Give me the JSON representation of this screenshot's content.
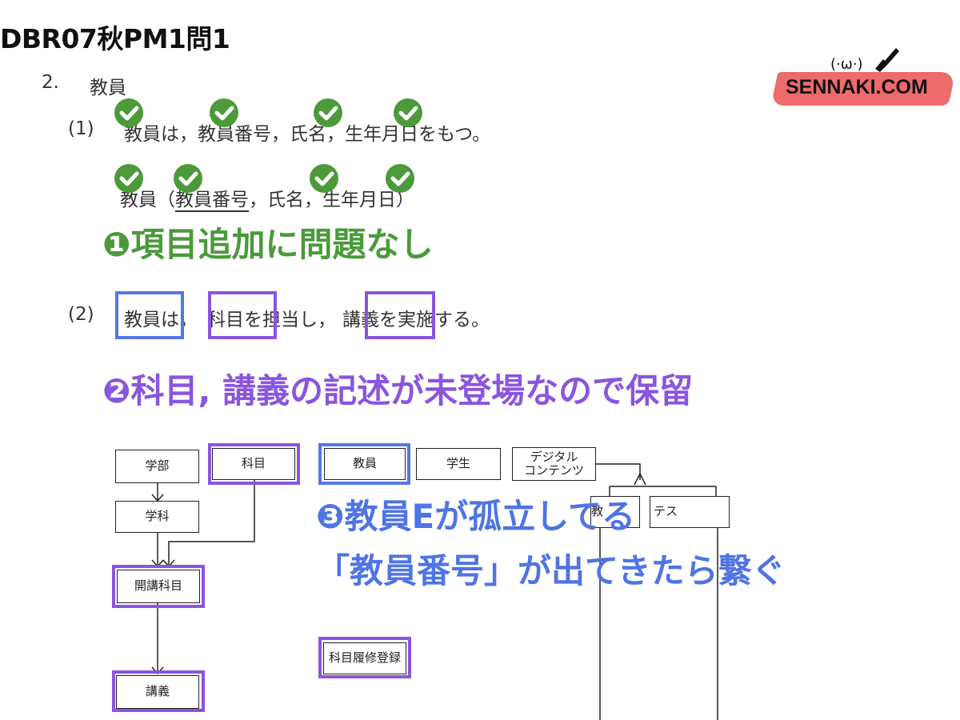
{
  "title": "DBR07秋PM1問1",
  "logo": {
    "text": "SENNAKI.COM",
    "face": "(·ω·)",
    "accent": "#ee6b6b"
  },
  "section": {
    "number": "2.",
    "heading": "教員"
  },
  "items": [
    {
      "number": "(1)",
      "text": "教員は，教員番号，氏名，生年月日をもつ。"
    },
    {
      "number": "(2)",
      "text_parts": [
        "教員",
        "は，",
        "科目",
        "を担当し，",
        "講義",
        "を実施する。"
      ]
    }
  ],
  "relation": {
    "open": "教員（",
    "key": "教員番号",
    "rest": "，氏名，生年月日）"
  },
  "notes": {
    "note1": "❶項目追加に問題なし",
    "note2": "❷科目, 講義の記述が未登場なので保留",
    "note3_line1": "❸教員Eが孤立してる",
    "note3_line2": "「教員番号」が出てきたら繋ぐ"
  },
  "diagram": {
    "entities": {
      "gakubu": "学部",
      "kamoku": "科目",
      "kyoin": "教員",
      "gakusei": "学生",
      "digital": "デジタル\nコンテンツ",
      "kyo_sub": "教",
      "tesu_sub": "テス",
      "gakka": "学科",
      "kaiko": "開講科目",
      "rishu": "科目履修登録",
      "kogi": "講義"
    }
  },
  "colors": {
    "green": "#4a9a3a",
    "purple": "#8a55df",
    "blue": "#4f74e3",
    "check": "#4c9a3a"
  }
}
